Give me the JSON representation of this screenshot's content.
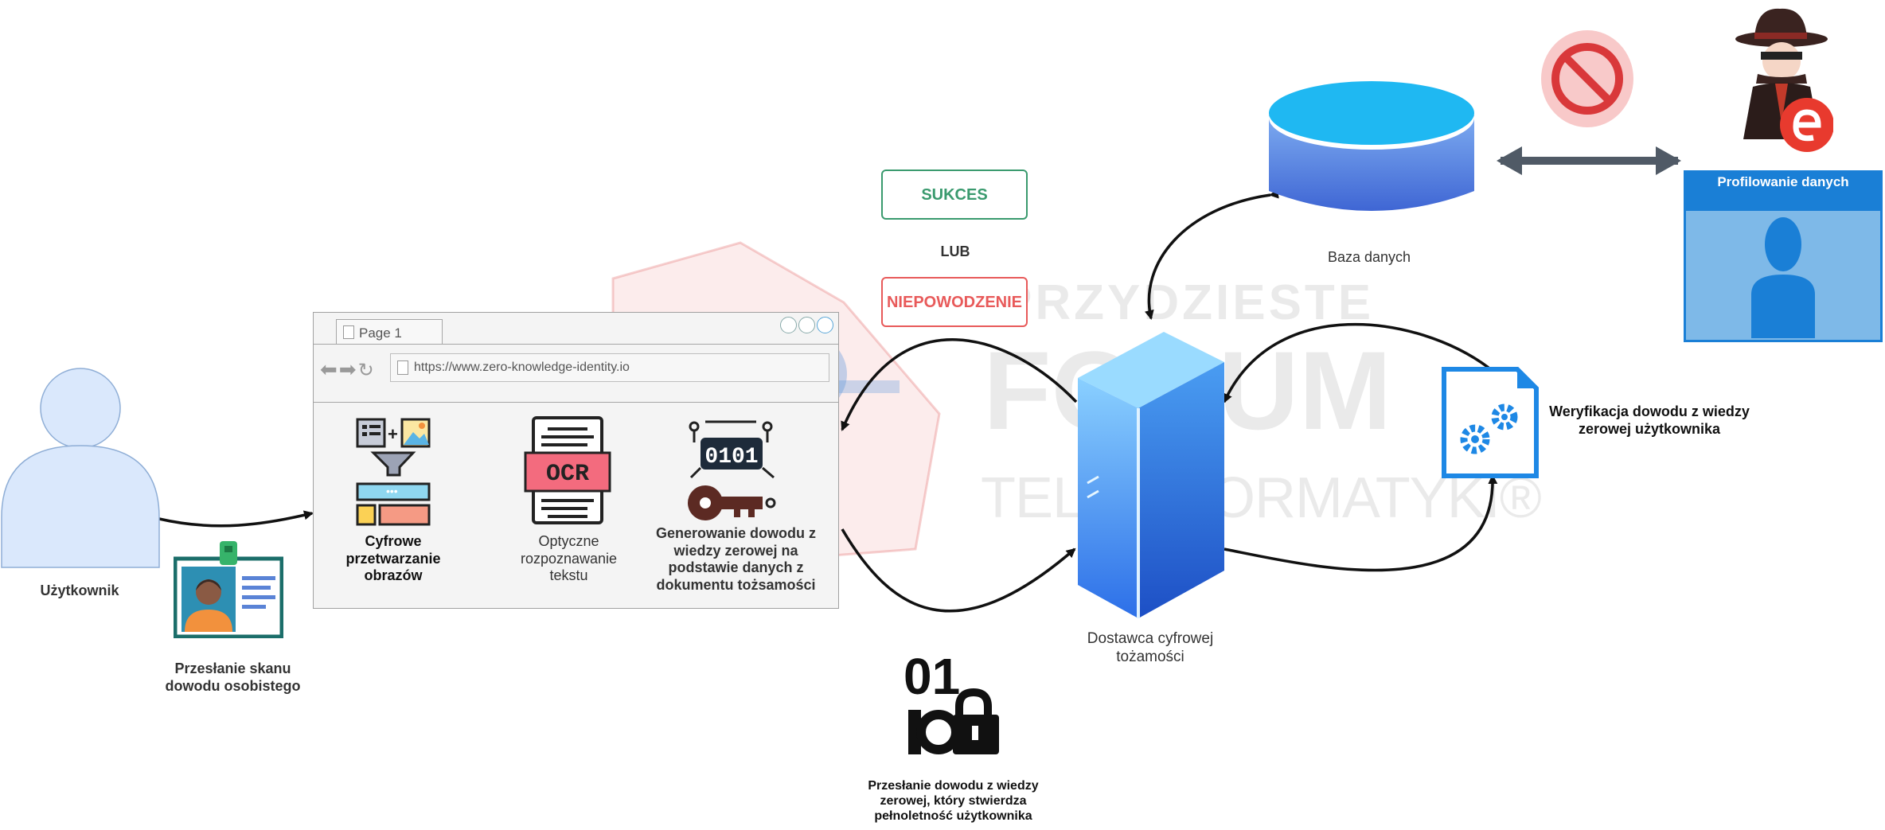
{
  "nodes": {
    "user": "Użytkownik",
    "scan": "Przesłanie skanu dowodu osobistego",
    "processing": "Cyfrowe przetwarzanie obrazów",
    "ocr": "Optyczne rozpoznawanie tekstu",
    "generation": "Generowanie dowodu z wiedzy zerowej na podstawie danych z dokumentu tożsamości",
    "provider": "Dostawca cyfrowej tożamości",
    "database": "Baza danych",
    "verification": "Weryfikacja dowodu z wiedzy zerowej użytkownika",
    "proof_send": "Przesłanie dowodu z wiedzy zerowej, który stwierdza pełnoletność użytkownika",
    "profiling": "Profilowanie danych"
  },
  "browser": {
    "tab": "Page 1",
    "url": "https://www.zero-knowledge-identity.io"
  },
  "status": {
    "success": "SUKCES",
    "or": "LUB",
    "failure": "NIEPOWODZENIE"
  },
  "icons": {
    "ocr_text": "OCR",
    "binary_top": "0101",
    "binary_big": "01"
  },
  "watermark": {
    "line1": "PRZYDZIESTE",
    "line2": "FORUM",
    "line3": "TELEINFORMATYKI®"
  },
  "colors": {
    "success": "#3a9a6e",
    "failure": "#e85a5a",
    "server": "#3d8ef0",
    "database": "#4a7fd8",
    "panel": "#1a7fd6"
  }
}
